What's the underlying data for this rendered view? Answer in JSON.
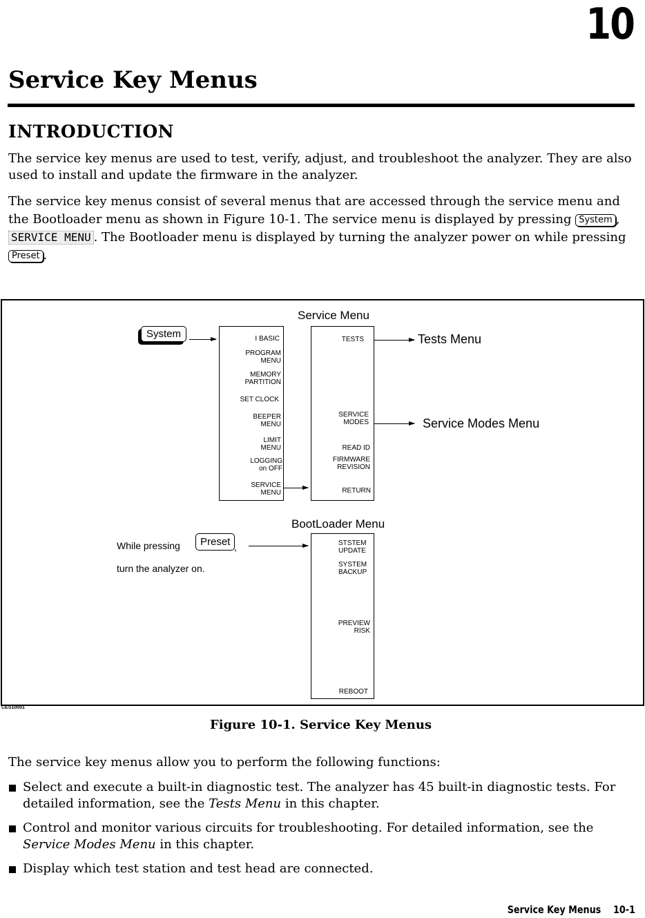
{
  "header": {
    "chapter_number": "10"
  },
  "page_title": "Service Key Menus",
  "section_heading": "INTRODUCTION",
  "intro": {
    "p1": "The service key menus are used to test, verify, adjust, and troubleshoot the analyzer. They are also used to install and update the firmware in the analyzer.",
    "p2_a": "The service key menus consist of several menus that are accessed through the service menu and the Bootloader menu as shown in Figure 10-1. The service menu is displayed by pressing",
    "p2_key_system": "System",
    "p2_sep": ",",
    "p2_softkey": "SERVICE MENU",
    "p2_b": ". The Bootloader menu is displayed by turning the analyzer power on while pressing",
    "p2_key_preset": "Preset",
    "p2_end": "."
  },
  "figure": {
    "service_menu_title": "Service Menu",
    "system_key": "System",
    "left_menu": [
      "I BASIC",
      "PROGRAM\nMENU",
      "MEMORY\nPARTITION",
      "SET CLOCK",
      "BEEPER\nMENU",
      "LIMIT\nMENU",
      "LOGGING\non OFF",
      "SERVICE\nMENU"
    ],
    "service_menu": [
      "TESTS",
      "SERVICE\nMODES",
      "READ ID",
      "FIRMWARE\nREVISION",
      "RETURN"
    ],
    "tests_menu_label": "Tests Menu",
    "service_modes_label": "Service Modes Menu",
    "bootloader_title": "BootLoader Menu",
    "while_pressing": "While pressing",
    "preset_key": "Preset",
    "preset_comma": ",",
    "turn_on": "turn the analyzer on.",
    "bootloader_menu": [
      "STSTEM\nUPDATE",
      "SYSTEM\nBACKUP",
      "PREVIEW\nRISK",
      "REBOOT"
    ],
    "figure_id": "CES10001"
  },
  "caption": "Figure 10-1. Service Key Menus",
  "functions_intro": "The service key menus allow you to perform the following functions:",
  "bullets": [
    {
      "a": "Select and execute a built-in diagnostic test. The analyzer has 45 built-in diagnostic tests. For detailed information, see the ",
      "ref": "Tests Menu",
      "b": " in this chapter."
    },
    {
      "a": "Control and monitor various circuits for troubleshooting. For detailed information, see the ",
      "ref": "Service Modes Menu",
      "b": " in this chapter."
    },
    {
      "a": "Display which test station and test head are connected.",
      "ref": "",
      "b": ""
    }
  ],
  "footer": {
    "section": "Service Key Menus",
    "page": "10-1"
  }
}
